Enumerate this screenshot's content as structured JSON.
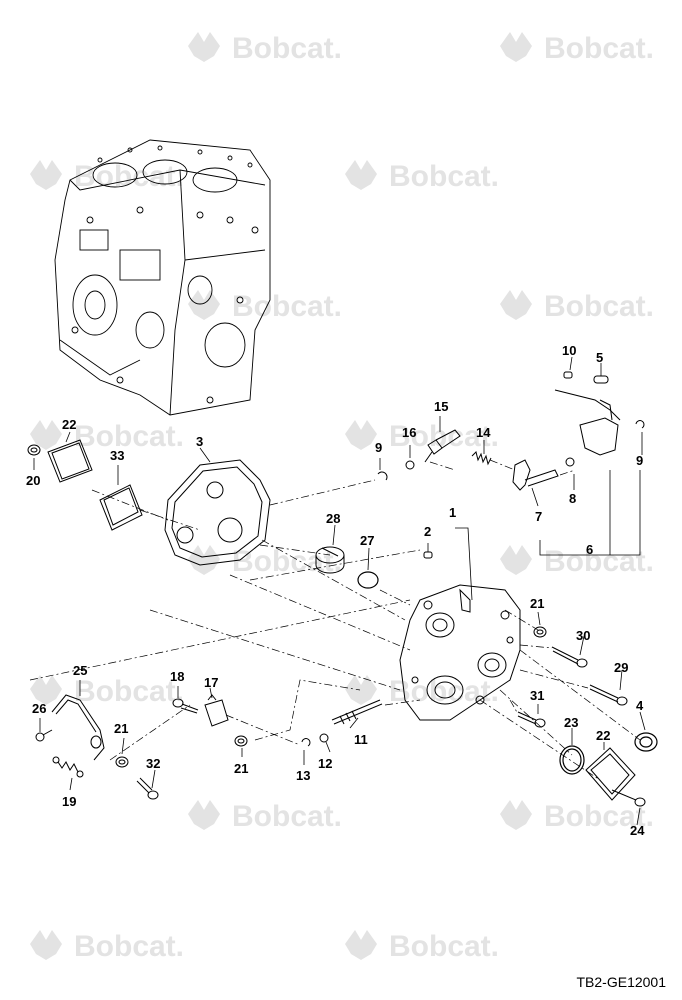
{
  "watermark": {
    "text": "Bobcat."
  },
  "drawing_id": "TB2-GE12001",
  "callouts": {
    "c1": "1",
    "c2": "2",
    "c3": "3",
    "c4": "4",
    "c5": "5",
    "c6": "6",
    "c7": "7",
    "c8": "8",
    "c9a": "9",
    "c9b": "9",
    "c10": "10",
    "c11": "11",
    "c12": "12",
    "c13": "13",
    "c14": "14",
    "c15": "15",
    "c16": "16",
    "c17": "17",
    "c18": "18",
    "c19": "19",
    "c20": "20",
    "c21a": "21",
    "c21b": "21",
    "c21c": "21",
    "c22a": "22",
    "c22b": "22",
    "c23": "23",
    "c24": "24",
    "c25": "25",
    "c26": "26",
    "c27": "27",
    "c28": "28",
    "c29": "29",
    "c30": "30",
    "c31": "31",
    "c32": "32",
    "c33": "33"
  },
  "colors": {
    "line": "#000000",
    "watermark": "#e3e3e3"
  }
}
